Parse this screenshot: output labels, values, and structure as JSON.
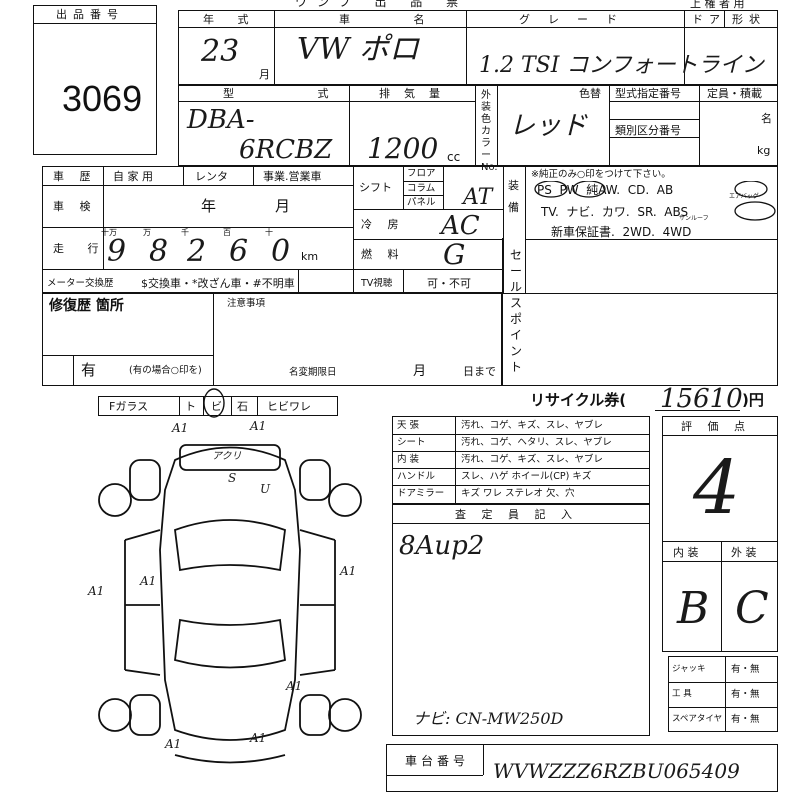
{
  "lot": {
    "label": "出品番号",
    "number": "3069"
  },
  "header": {
    "top_title": "ワンプ 出 品 票",
    "top_right": "上 権 者 用",
    "year_label": "年 式",
    "make_label": "車 名",
    "grade_label": "グレード",
    "doors_label": "ドア",
    "shape_label": "形状",
    "year_value": "23",
    "month_label": "月",
    "make_value": "VW ポロ",
    "grade_value": "1.2 TSI コンフォートライン"
  },
  "model": {
    "type_label": "型 式",
    "type_value_1": "DBA-",
    "type_value_2": "6RCBZ",
    "disp_label": "排気量",
    "disp_value": "1200",
    "cc": "cc",
    "ext_color_label": "外装色カラーNo.",
    "color_value": "レッド",
    "color_change": "色替",
    "designation_label": "型式指定番号",
    "category_label": "類別区分番号",
    "capacity_label": "定員・積載",
    "capacity_unit": "名",
    "load_unit": "kg"
  },
  "history": {
    "label": "車 歴",
    "private": "自 家 用",
    "rental": "レンタ",
    "business": "事業.営業車",
    "inspection_label": "車 検",
    "year": "年",
    "month": "月",
    "mileage_label": "走 行",
    "digit_labels": [
      "十万",
      "万",
      "千",
      "百",
      "十"
    ],
    "mileage_digits": [
      "9",
      "8",
      "2",
      "6",
      "0"
    ],
    "km": "km",
    "meter_label": "メーター交換歴",
    "meter_options": "$交換車・*改ざん車・#不明車"
  },
  "drive": {
    "shift_label": "シフト",
    "floor": "フロア",
    "column": "コラム",
    "panel": "パネル",
    "shift_value": "AT",
    "ac_label": "冷 房",
    "ac_value": "AC",
    "fuel_label": "燃 料",
    "fuel_value": "G",
    "tv_label": "TV視聴",
    "tv_options": "可・不可"
  },
  "equipment": {
    "label": "装備",
    "note": "※純正のみ○印をつけて下さい。",
    "row1": "PS  PW  純AW.  CD.  AB",
    "row1_small": "エアバッグ",
    "row2": "TV.  ナビ.  カワ.  SR.  ABS",
    "row2_small": "サンルーフ",
    "row3": "新車保証書.  2WD.  4WD"
  },
  "sales_point": {
    "label": "セールスポイント"
  },
  "repair": {
    "label": "修復歴 箇所",
    "notes_label": "注意事項",
    "has": "有",
    "has_note": "(有の場合○印を)",
    "reg_deadline": "名変期限日",
    "month": "月",
    "day_until": "日まで"
  },
  "glass": {
    "label": "Fガラス",
    "options": [
      "ト",
      "ビ",
      "石",
      "ヒビワレ"
    ]
  },
  "recycle": {
    "label": "リサイクル券(",
    "value": "15610",
    "unit": ")円"
  },
  "interior_table": {
    "rows": [
      {
        "label": "天 張",
        "items": "汚れ、コゲ、キズ、スレ、ヤブレ"
      },
      {
        "label": "シート",
        "items": "汚れ、コゲ、ヘタリ、スレ、ヤブレ"
      },
      {
        "label": "内 装",
        "items": "汚れ、コゲ、キズ、スレ、ヤブレ"
      },
      {
        "label": "ハンドル",
        "items": "スレ、ハゲ ホイール(CP) キズ"
      },
      {
        "label": "ドアミラー",
        "items": "キズ ワレ  ステレオ  欠、穴"
      }
    ]
  },
  "inspector": {
    "label": "査 定 員 記 入",
    "handwriting": "8Aup2",
    "nav_note": "ナビ: CN-MW250D"
  },
  "score": {
    "label": "評 価 点",
    "value": "4",
    "interior_label": "内 装",
    "exterior_label": "外 装",
    "interior_value": "B",
    "exterior_value": "C"
  },
  "tools": [
    {
      "label": "ジャッキ",
      "value": "有・無"
    },
    {
      "label": "工 具",
      "value": "有・無"
    },
    {
      "label": "スペアタイヤ",
      "value": "有・無"
    }
  ],
  "chassis": {
    "label": "車台番号",
    "value": "WVWZZZ6RZBU065409"
  },
  "diagram_marks": [
    "A1",
    "A1",
    "A1",
    "A1",
    "A1",
    "A1",
    "A1",
    "A1",
    "U",
    "S",
    "アクリ"
  ]
}
